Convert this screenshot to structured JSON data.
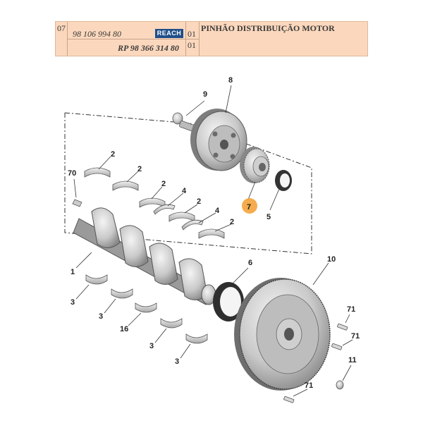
{
  "header": {
    "ref_index": "07",
    "part_number": "98 106 994 80",
    "badge": "REACH",
    "rp_number": "RP 98 366 314 80",
    "qty_1": "01",
    "qty_2": "01",
    "description": "PINHÃO DISTRIBUIÇÃO MOTOR"
  },
  "callouts": {
    "c9": "9",
    "c8": "8",
    "c70": "70",
    "c2a": "2",
    "c2b": "2",
    "c2c": "2",
    "c2d": "2",
    "c2e": "2",
    "c4a": "4",
    "c4b": "4",
    "c7": "7",
    "c5": "5",
    "c1": "1",
    "c6": "6",
    "c10": "10",
    "c3a": "3",
    "c3b": "3",
    "c3c": "3",
    "c3d": "3",
    "c16": "16",
    "c71a": "71",
    "c71b": "71",
    "c71c": "71",
    "c11": "11"
  },
  "colors": {
    "header_bg": "#fbd8bd",
    "badge_bg": "#1f4f8a",
    "highlight": "#f4a33a"
  }
}
